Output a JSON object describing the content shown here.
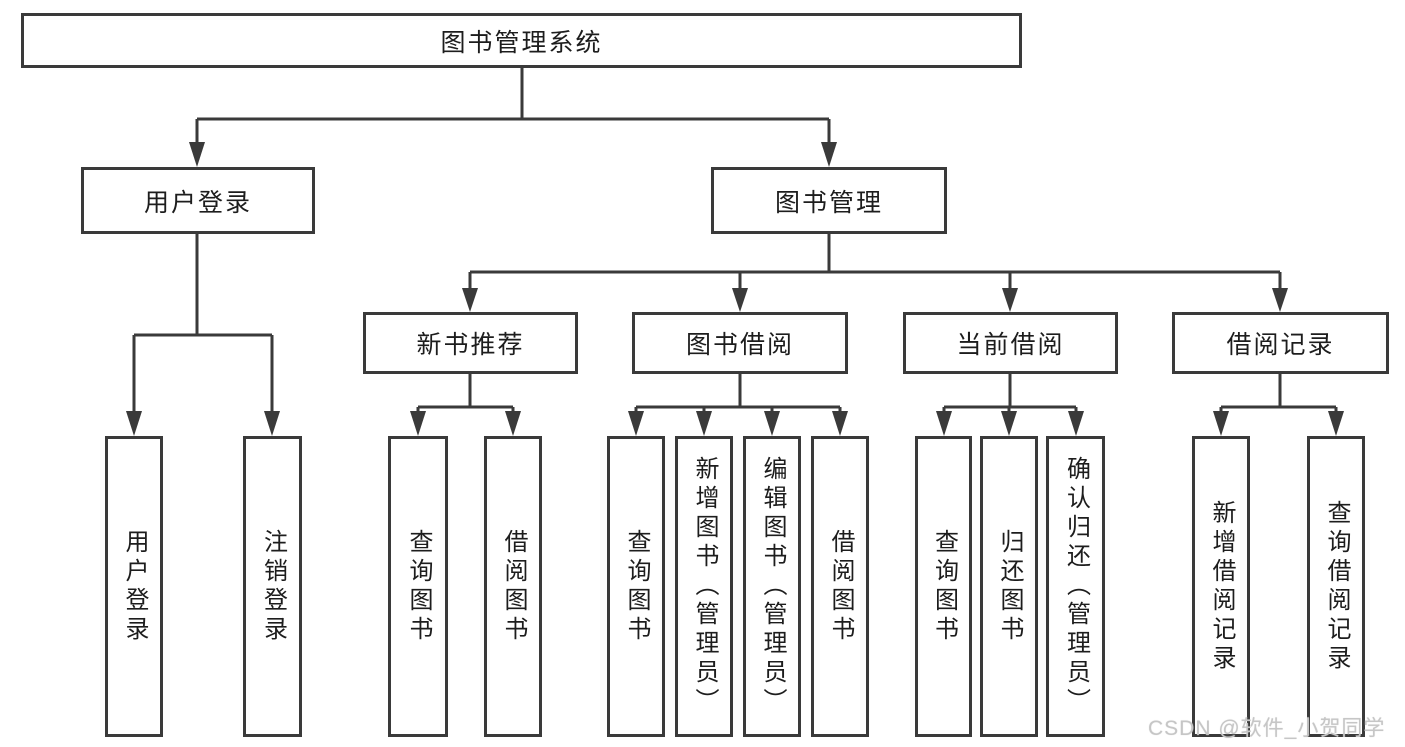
{
  "tree": {
    "label": "图书管理系统",
    "children": [
      {
        "label": "用户登录",
        "children": [
          {
            "label": "用户登录"
          },
          {
            "label": "注销登录"
          }
        ]
      },
      {
        "label": "图书管理",
        "children": [
          {
            "label": "新书推荐",
            "children": [
              {
                "label": "查询图书"
              },
              {
                "label": "借阅图书"
              }
            ]
          },
          {
            "label": "图书借阅",
            "children": [
              {
                "label": "查询图书"
              },
              {
                "label": "新增图书（管理员）"
              },
              {
                "label": "编辑图书（管理员）"
              },
              {
                "label": "借阅图书"
              }
            ]
          },
          {
            "label": "当前借阅",
            "children": [
              {
                "label": "查询图书"
              },
              {
                "label": "归还图书"
              },
              {
                "label": "确认归还（管理员）"
              }
            ]
          },
          {
            "label": "借阅记录",
            "children": [
              {
                "label": "新增借阅记录"
              },
              {
                "label": "查询借阅记录"
              }
            ]
          }
        ]
      }
    ]
  },
  "watermark": "CSDN @软件_小贺同学",
  "colors": {
    "line": "#3a3a3a",
    "text": "#1d1d1d",
    "background": "#ffffff",
    "watermark": "#c6c6c6"
  }
}
